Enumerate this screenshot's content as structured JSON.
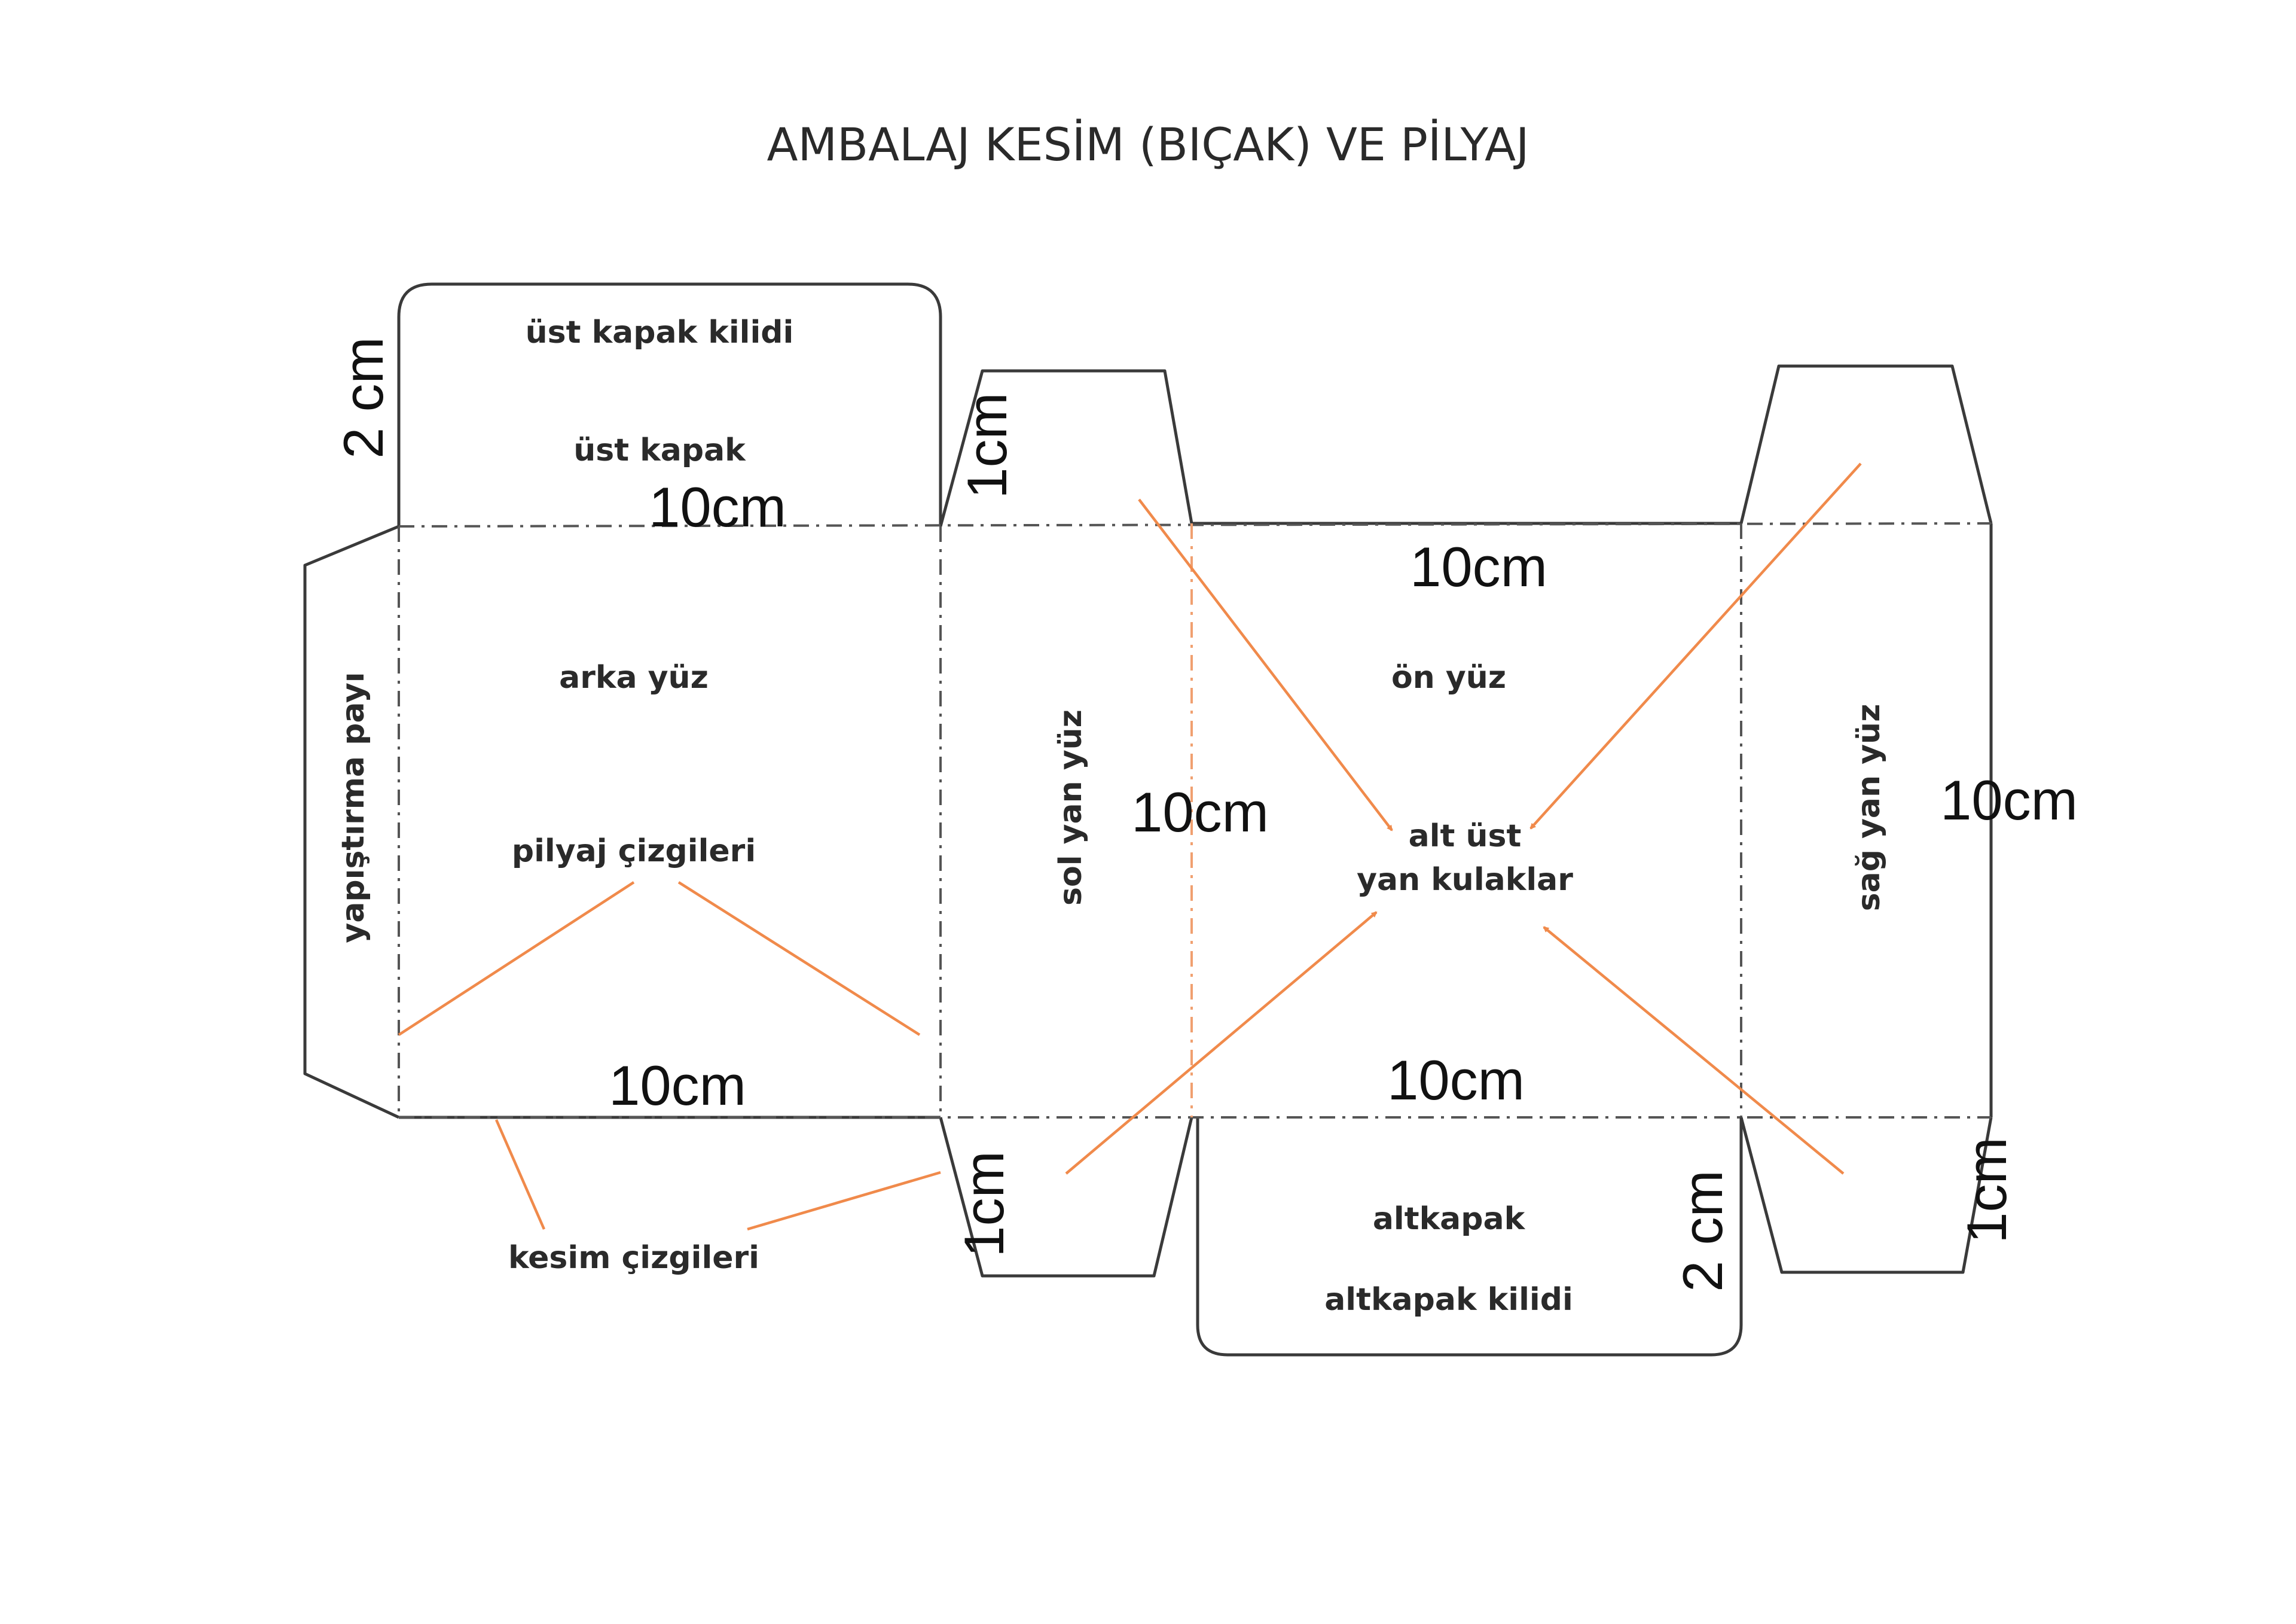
{
  "title": "AMBALAJ KESİM (BIÇAK) VE PİLYAJ",
  "panels": {
    "top_lid_lock": "üst kapak kilidi",
    "top_lid": "üst kapak",
    "back": "arka yüz",
    "front": "ön yüz",
    "glue_flap": "yapıştırma payı",
    "left_side": "sol yan yüz",
    "right_side": "sağ yan yüz",
    "bottom_lid": "altkapak",
    "bottom_lid_lock": "altkapak kilidi"
  },
  "annotations": {
    "fold_lines": "pilyaj çizgileri",
    "cut_lines": "kesim çizgileri",
    "flaps_line1": "alt üst",
    "flaps_line2": "yan kulaklar"
  },
  "dimensions": {
    "top_lid_height": "2 cm",
    "back_top_width": "10cm",
    "back_bottom_width": "10cm",
    "front_top_width": "10cm",
    "front_bottom_width": "10cm",
    "left_side_height": "10cm",
    "right_side_height": "10cm",
    "left_flap_top": "1cm",
    "left_flap_bottom": "1cm",
    "right_flap_bottom": "1cm",
    "bottom_lid_height": "2 cm"
  },
  "colors": {
    "cut_line": "#3a3a3a",
    "fold_line": "#555555",
    "pointer": "#f08a4b"
  }
}
